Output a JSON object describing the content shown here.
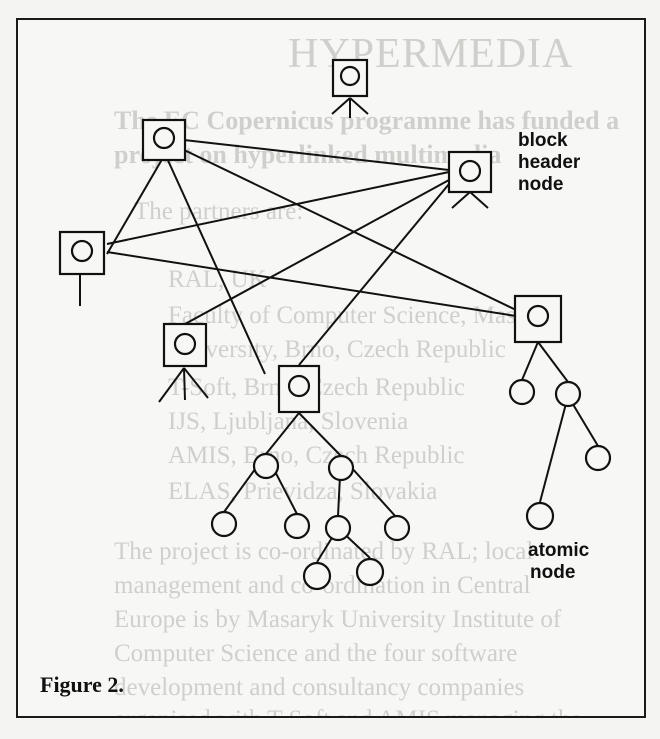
{
  "figure": {
    "caption": "Figure 2.",
    "labels": {
      "block_header_node": [
        "block",
        "header",
        "node"
      ],
      "atomic_node": [
        "atomic",
        "node"
      ]
    }
  },
  "show_through_text": {
    "title": "HYPERMEDIA",
    "lines": [
      {
        "text": "The EC Copernicus programme has funded a",
        "bold": true
      },
      {
        "text": "project on hyperlinked multimedia",
        "bold": true
      },
      {
        "text": "The partners are:",
        "bold": false
      },
      {
        "text": "RAL, UK",
        "bold": false
      },
      {
        "text": "Faculty of Computer Science, Masaryk",
        "bold": false
      },
      {
        "text": "University, Brno, Czech Republic",
        "bold": false
      },
      {
        "text": "T-Soft, Brno, Czech Republic",
        "bold": false
      },
      {
        "text": "IJS, Ljubljana, Slovenia",
        "bold": false
      },
      {
        "text": "AMIS, Brno, Czech Republic",
        "bold": false
      },
      {
        "text": "ELAS, Prievidza, Slovakia",
        "bold": false
      },
      {
        "text": "The project is co-ordinated by RAL; local",
        "bold": false
      },
      {
        "text": "management and co-ordination in Central",
        "bold": false
      },
      {
        "text": "Europe is by Masaryk University Institute of",
        "bold": false
      },
      {
        "text": "Computer Science and the four software",
        "bold": false
      },
      {
        "text": "development and consultancy companies",
        "bold": false
      },
      {
        "text": "organised with T-Soft and AMIS managing the",
        "bold": false
      }
    ]
  }
}
